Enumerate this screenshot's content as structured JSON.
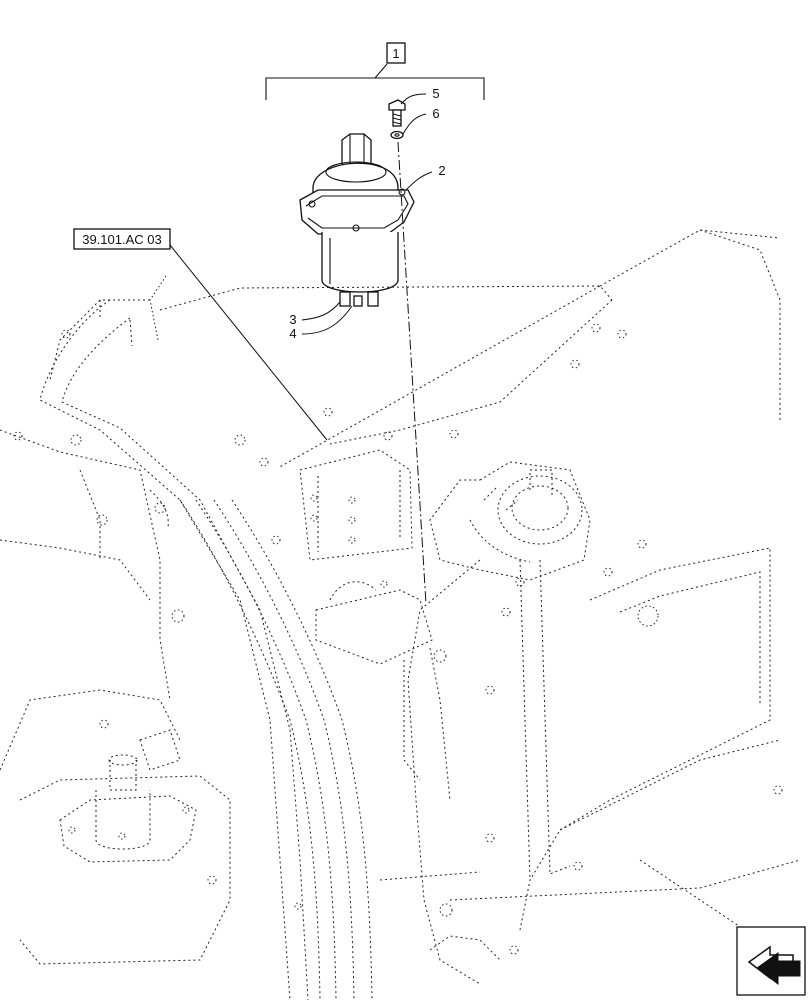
{
  "diagram": {
    "assembly_callout": "1",
    "reference_label": "39.101.AC 03",
    "part_callouts": [
      "2",
      "3",
      "4",
      "5",
      "6"
    ],
    "navigation_icon": "next-page-arrow-icon"
  }
}
